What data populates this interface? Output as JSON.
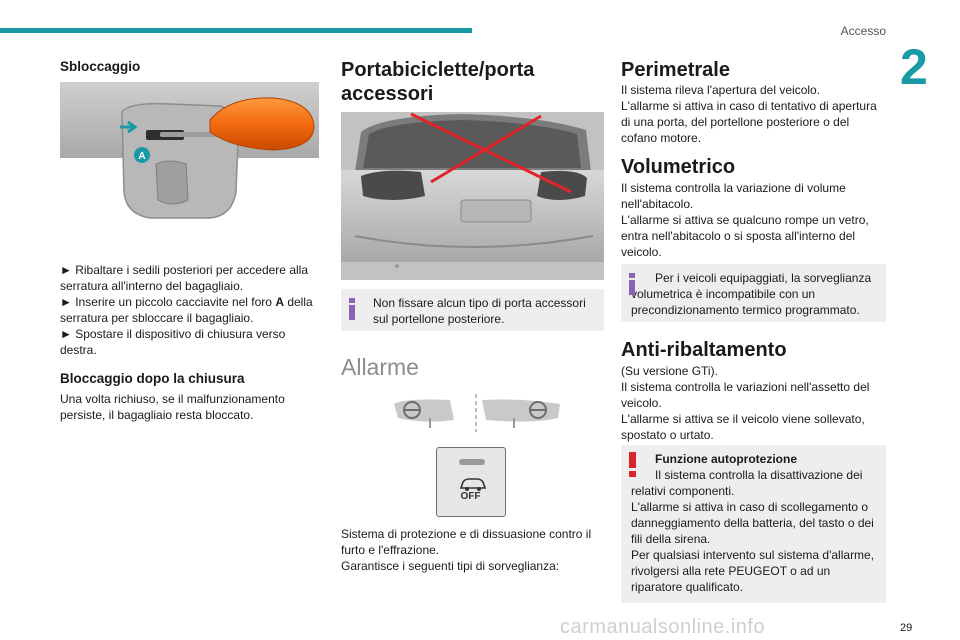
{
  "header": {
    "section_name": "Accesso",
    "chapter_number": "2",
    "accent_color": "#1a9aa5"
  },
  "col1": {
    "heading": "Sbloccaggio",
    "figure_label": "A",
    "steps": [
      "► Ribaltare i sedili posteriori per accedere alla serratura all'interno del bagagliaio.",
      "► Inserire un piccolo cacciavite nel foro ",
      "A",
      " della serratura per sbloccare il bagagliaio.",
      "► Spostare il dispositivo di chiusura verso destra."
    ],
    "subheading": "Bloccaggio dopo la chiusura",
    "subtext": "Una volta richiuso, se il malfunzionamento persiste, il bagagliaio resta bloccato."
  },
  "col2": {
    "heading": "Portabiciclette/porta accessori",
    "note": "Non fissare alcun tipo di porta accessori sul portellone posteriore.",
    "alarm_heading": "Allarme",
    "off_label": "OFF",
    "body": "Sistema di protezione e di dissuasione contro il furto e l'effrazione.\nGarantisce i seguenti tipi di sorveglianza:"
  },
  "col3": {
    "perimetrale_heading": "Perimetrale",
    "perimetrale_text": "Il sistema rileva l'apertura del veicolo.\nL'allarme si attiva in caso di tentativo di apertura di una porta, del portellone posteriore o del cofano motore.",
    "volumetrico_heading": "Volumetrico",
    "volumetrico_text": "Il sistema controlla la variazione di volume nell'abitacolo.\nL'allarme si attiva se qualcuno rompe un vetro, entra nell'abitacolo o si sposta all'interno del veicolo.",
    "volumetrico_note": "Per i veicoli equipaggiati, la sorveglianza volumetrica è incompatibile con un precondizionamento termico programmato.",
    "antiribaltamento_heading": "Anti-ribaltamento",
    "antiribaltamento_text": "(Su versione GTi).\nIl sistema controlla le variazioni nell'assetto del veicolo.\nL'allarme si attiva se il veicolo viene sollevato, spostato o urtato.",
    "warning_title": "Funzione autoprotezione",
    "warning_text": "Il sistema controlla la disattivazione dei relativi componenti.\nL'allarme si attiva in caso di scollegamento o danneggiamento della batteria, del tasto o dei fili della sirena.\nPer qualsiasi intervento sul sistema d'allarme, rivolgersi alla rete PEUGEOT o ad un riparatore qualificato."
  },
  "footer": {
    "page_number": "29",
    "watermark": "carmanualsonline.info"
  }
}
